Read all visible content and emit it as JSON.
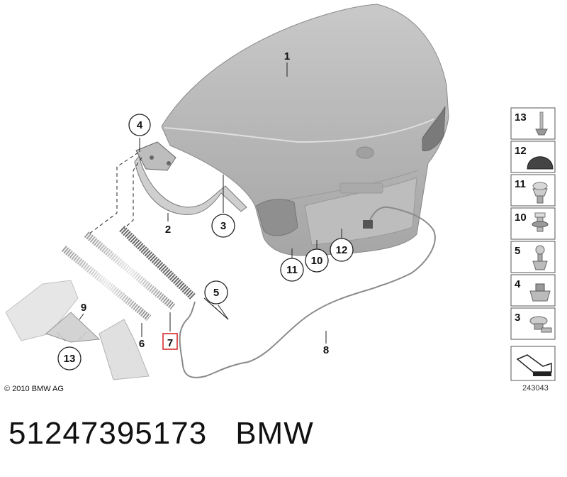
{
  "diagram": {
    "part_number": "51247395173",
    "brand": "BMW",
    "copyright": "© 2010 BMW AG",
    "diagram_id": "243043",
    "highlighted_callout": "7",
    "callouts": {
      "c1": "1",
      "c2": "2",
      "c3": "3",
      "c4": "4",
      "c5": "5",
      "c6": "6",
      "c7": "7",
      "c8": "8",
      "c9": "9",
      "c10": "10",
      "c11": "11",
      "c12": "12",
      "c13": "13"
    },
    "legend": [
      "13",
      "12",
      "11",
      "10",
      "5",
      "4",
      "3"
    ],
    "colors": {
      "highlight": "#d32f2f",
      "part_fill": "#bcbcbc",
      "part_light": "#d9d9d9",
      "outline": "#555555"
    }
  }
}
